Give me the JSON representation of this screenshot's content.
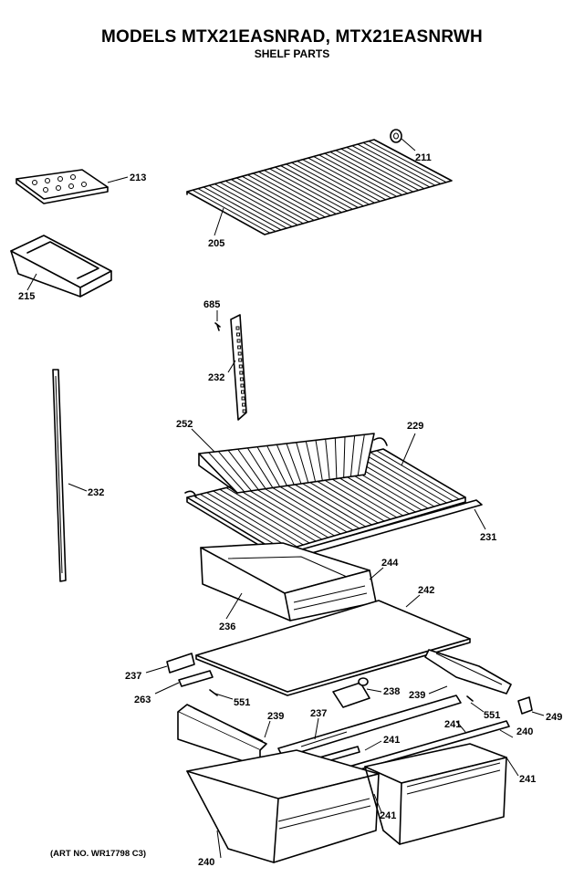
{
  "header": {
    "title": "MODELS MTX21EASNRAD, MTX21EASNRWH",
    "subtitle": "SHELF PARTS"
  },
  "footer": {
    "art_number": "(ART NO. WR17798 C3)"
  },
  "callouts": [
    {
      "id": "211",
      "label": "211"
    },
    {
      "id": "213",
      "label": "213"
    },
    {
      "id": "205",
      "label": "205"
    },
    {
      "id": "215",
      "label": "215"
    },
    {
      "id": "685",
      "label": "685"
    },
    {
      "id": "232a",
      "label": "232"
    },
    {
      "id": "232b",
      "label": "232"
    },
    {
      "id": "252",
      "label": "252"
    },
    {
      "id": "229",
      "label": "229"
    },
    {
      "id": "231",
      "label": "231"
    },
    {
      "id": "244",
      "label": "244"
    },
    {
      "id": "242",
      "label": "242"
    },
    {
      "id": "236",
      "label": "236"
    },
    {
      "id": "237a",
      "label": "237"
    },
    {
      "id": "263",
      "label": "263"
    },
    {
      "id": "551a",
      "label": "551"
    },
    {
      "id": "238a",
      "label": "238"
    },
    {
      "id": "239a",
      "label": "239"
    },
    {
      "id": "237b",
      "label": "237"
    },
    {
      "id": "239b",
      "label": "239"
    },
    {
      "id": "551b",
      "label": "551"
    },
    {
      "id": "249",
      "label": "249"
    },
    {
      "id": "241a",
      "label": "241"
    },
    {
      "id": "241b",
      "label": "241"
    },
    {
      "id": "240a",
      "label": "240"
    },
    {
      "id": "241c",
      "label": "241"
    },
    {
      "id": "241d",
      "label": "241"
    },
    {
      "id": "240b",
      "label": "240"
    }
  ]
}
